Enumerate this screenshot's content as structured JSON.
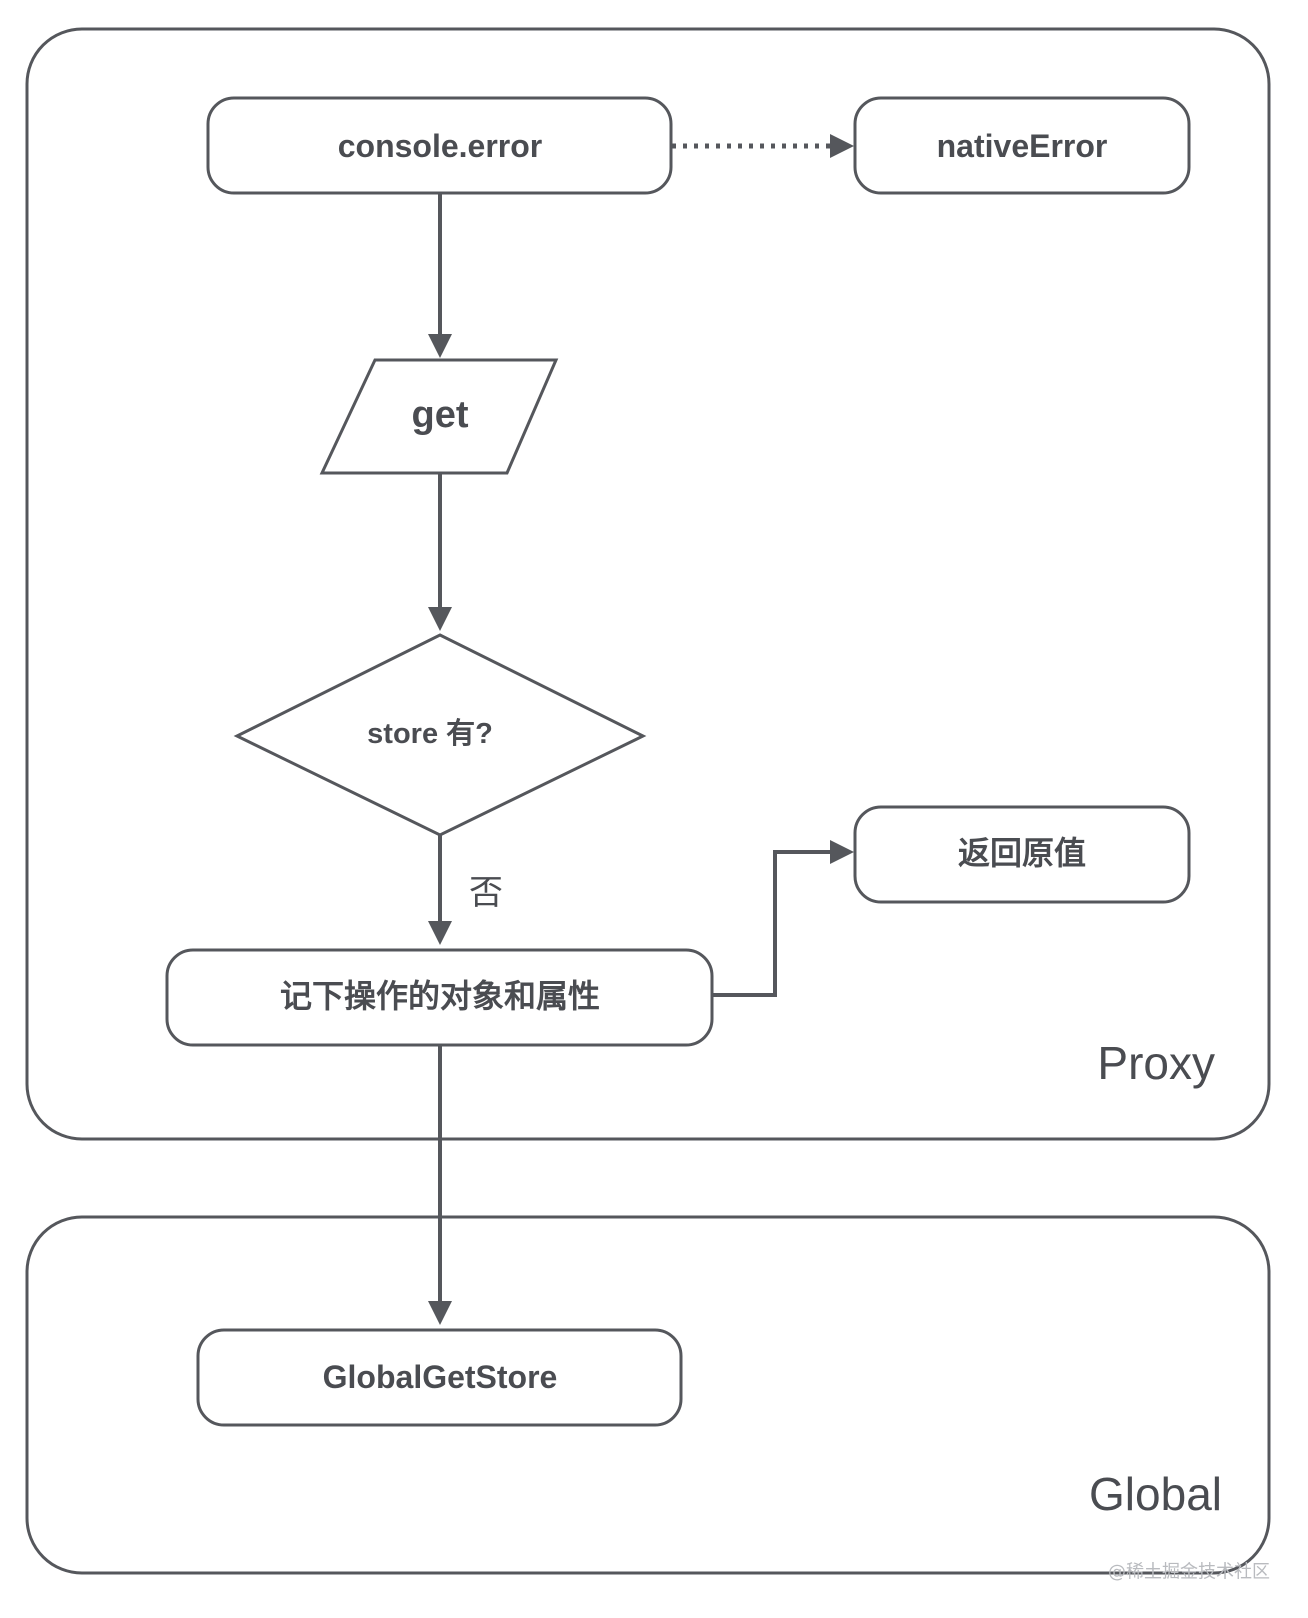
{
  "nodes": {
    "console_error": "console.error",
    "native_error": "nativeError",
    "get": "get",
    "store_check": "store 有?",
    "return_original": "返回原值",
    "record": "记下操作的对象和属性",
    "global_get_store": "GlobalGetStore"
  },
  "edge_labels": {
    "no": "否"
  },
  "groups": {
    "proxy": "Proxy",
    "global": "Global"
  },
  "watermark": "@稀土掘金技术社区",
  "colors": {
    "stroke": "#55575c",
    "text": "#4a4c51",
    "background": "#ffffff",
    "watermark": "#b9bbbf"
  }
}
